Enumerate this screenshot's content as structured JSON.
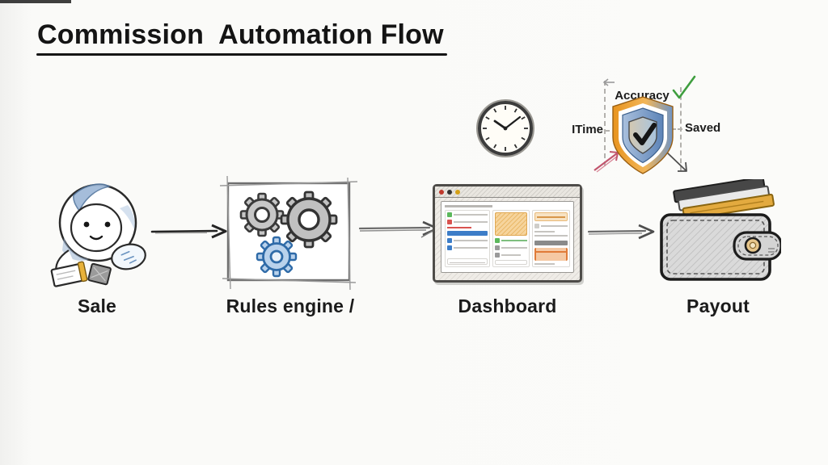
{
  "title": {
    "text": "Commission  Automation Flow"
  },
  "flow": {
    "connector_icon": "arrow-right-icon",
    "steps": [
      {
        "id": "sale",
        "label": "Sale",
        "icon": "salesperson-icon"
      },
      {
        "id": "rules",
        "label": "Rules engine /",
        "icon": "gears-icon"
      },
      {
        "id": "dashboard",
        "label": "Dashboard",
        "icon": "dashboard-window-icon"
      },
      {
        "id": "payout",
        "label": "Payout",
        "icon": "wallet-icon"
      }
    ]
  },
  "annotations": {
    "clock_icon": "clock-icon",
    "shield": {
      "icon": "shield-check-icon",
      "label_top": "Accuracy",
      "label_left": "ITime",
      "label_right": "Saved",
      "marker_icons": [
        "green-check-icon",
        "red-arrow-icon",
        "dark-arrow-icon",
        "gray-arrow-icon"
      ]
    }
  },
  "colors": {
    "background": "#fafaf8",
    "ink": "#1a1a1a",
    "sketch_gray": "#8a8a8a",
    "gear_gray": "#c4c4c4",
    "gear_blue_fill": "#b9d2ec",
    "gear_blue_stroke": "#2f6ba8",
    "shield_orange": "#e8941f",
    "shield_blue": "#6f94c6",
    "accent_green": "#3f9e3f",
    "accent_red": "#c2566e",
    "wallet_gold": "#e3aa3f",
    "dashboard_orange": "#f3cd93",
    "browser_dot_red": "#c0392b",
    "browser_dot_dark": "#333333",
    "browser_dot_yellow": "#d4a017"
  }
}
